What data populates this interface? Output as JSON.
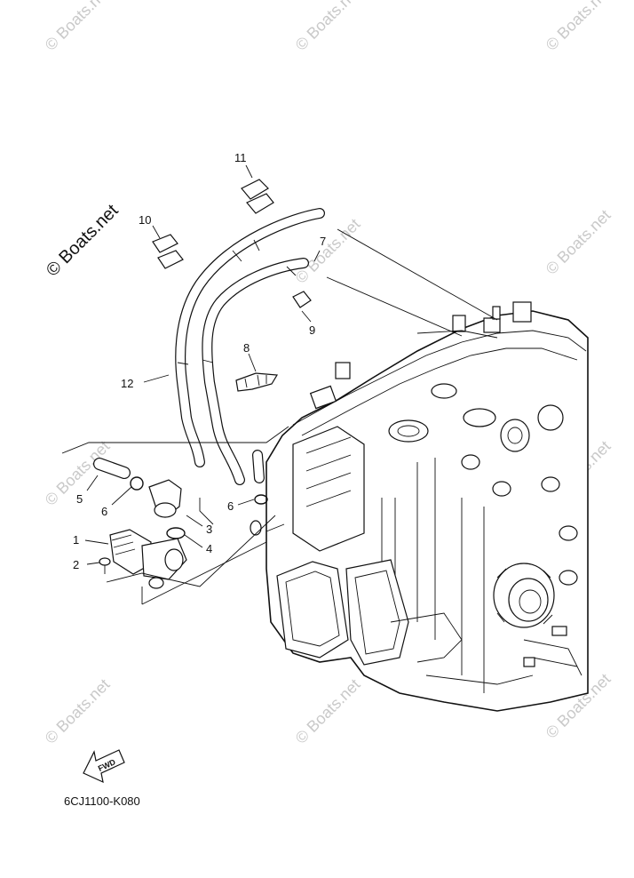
{
  "callouts": [
    {
      "id": "1",
      "label": "1"
    },
    {
      "id": "2",
      "label": "2"
    },
    {
      "id": "3",
      "label": "3"
    },
    {
      "id": "4",
      "label": "4"
    },
    {
      "id": "5",
      "label": "5"
    },
    {
      "id": "6a",
      "label": "6"
    },
    {
      "id": "6b",
      "label": "6"
    },
    {
      "id": "7",
      "label": "7"
    },
    {
      "id": "8",
      "label": "8"
    },
    {
      "id": "9",
      "label": "9"
    },
    {
      "id": "10",
      "label": "10"
    },
    {
      "id": "11",
      "label": "11"
    },
    {
      "id": "12",
      "label": "12"
    }
  ],
  "watermark": {
    "text": "© Boats.net",
    "main_text": "© Boats.net"
  },
  "fwd_label": "FWD",
  "diagram_code": "6CJ1100-K080"
}
